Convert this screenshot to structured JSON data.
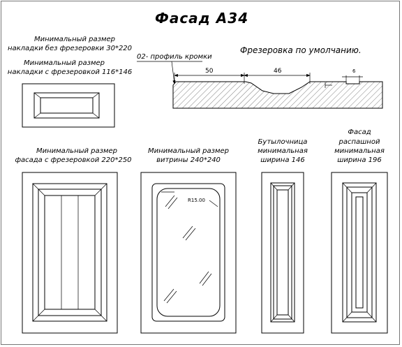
{
  "title": "Фасад А34",
  "profile": {
    "edge_label": "02- профиль кромки",
    "milling_label": "Фрезеровка по умолчанию.",
    "dim_50": "50",
    "dim_46": "46",
    "dim_6": "6"
  },
  "overlay_no_mill": {
    "line1": "Минимальный размер",
    "line2": "накладки без фрезеровки 30*220"
  },
  "overlay_mill": {
    "line1": "Минимальный размер",
    "line2": "накладки с фрезеровкой 116*146"
  },
  "facade_min": {
    "line1": "Минимальный размер",
    "line2": "фасада с фрезеровкой  220*250"
  },
  "vitrine_min": {
    "line1": "Минимальный размер",
    "line2": "витрины 240*240",
    "radius": "R15.00"
  },
  "bottle": {
    "line1": "Бутылочница",
    "line2": "минимальная",
    "line3": "ширина 146"
  },
  "swing": {
    "line1": "Фасад",
    "line2": "распашной",
    "line3": "минимальная",
    "line4": "ширина 196"
  }
}
